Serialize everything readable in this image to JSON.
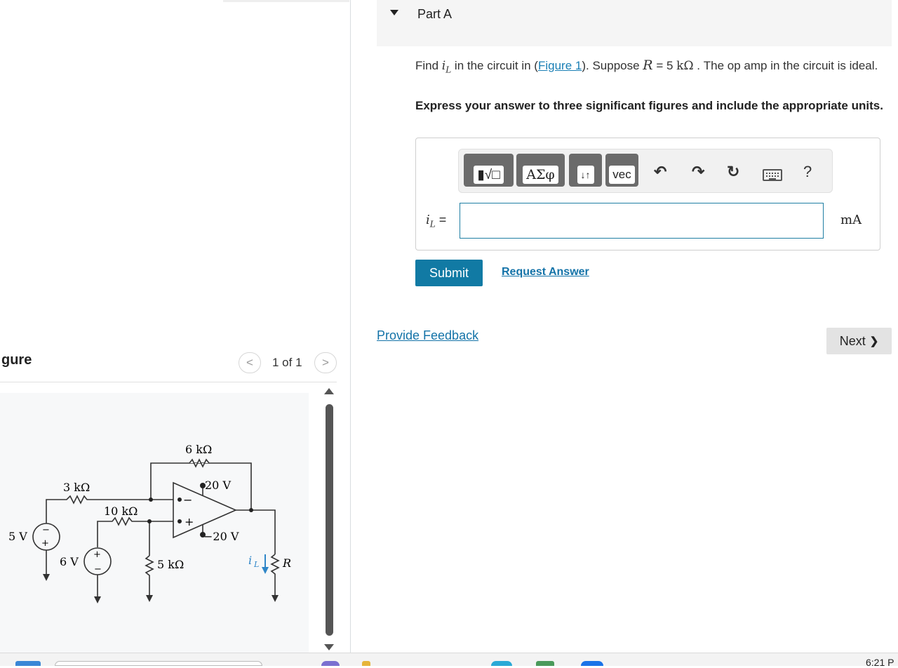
{
  "part": {
    "title": "Part A"
  },
  "question": {
    "prefix": "Find ",
    "var_main": "i",
    "var_sub": "L",
    "mid1": " in the circuit in (",
    "figure_link": "Figure 1",
    "mid2": "). Suppose ",
    "r_var": "R",
    "r_eq": " = 5 ",
    "r_unit": "kΩ",
    "suffix": " . The op amp in the circuit is ideal."
  },
  "instructions": "Express your answer to three significant figures and include the appropriate units.",
  "toolbar": {
    "templates": "▮√□",
    "greek": "ΑΣφ",
    "arrows": "↓↑",
    "vec": "vec",
    "undo": "↶",
    "redo": "↷",
    "reset": "↻",
    "help": "?"
  },
  "answer": {
    "label_var": "i",
    "label_sub": "L",
    "label_eq": " =",
    "value": "",
    "unit": "mA"
  },
  "actions": {
    "submit": "Submit",
    "request_answer": "Request Answer",
    "feedback": "Provide Feedback",
    "next": "Next",
    "next_chevron": "❯"
  },
  "figure_panel": {
    "heading": "gure",
    "page_count": "1 of 1",
    "prev": "<",
    "next": ">"
  },
  "circuit": {
    "labels": {
      "r6": "6 kΩ",
      "r3": "3 kΩ",
      "r10": "10 kΩ",
      "r5": "5 kΩ",
      "rl": "R",
      "v20p": "20 V",
      "v20n": "−20 V",
      "v5": "5 V",
      "v6": "6 V",
      "il": "i",
      "il_sub": "L",
      "minus": "−",
      "plus": "+"
    }
  },
  "taskbar": {
    "clock": "6:21 P"
  }
}
